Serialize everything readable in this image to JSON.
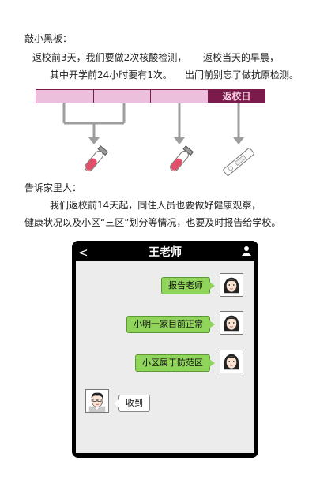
{
  "blackboard": {
    "title": "敲小黑板：",
    "left_line1": "返校前3天，我们要做2次核酸检测，",
    "left_line2": "其中开学前24小时要有1次。",
    "right_line1": "返校当天的早晨，",
    "right_line2": "出门前别忘了做抗原检测。"
  },
  "timeline": {
    "final_label": "返校日",
    "pink_color": "#ecc0dc",
    "dark_color": "#7a1b4b",
    "arrow_color": "#9e9e9e"
  },
  "family": {
    "title": "告诉家里人：",
    "line1": "我们返校前14天起，同住人员也要做好健康观察，",
    "line2": "健康状况以及小区“三区”划分等情况，也要及时报告给学校。"
  },
  "phone": {
    "contact_name": "王老师",
    "messages": [
      {
        "text": "报告老师",
        "from": "me"
      },
      {
        "text": "小明一家目前正常",
        "from": "me"
      },
      {
        "text": "小区属于防范区",
        "from": "me"
      },
      {
        "text": "收到",
        "from": "teacher"
      }
    ],
    "bubble_color": "#90d45c"
  }
}
